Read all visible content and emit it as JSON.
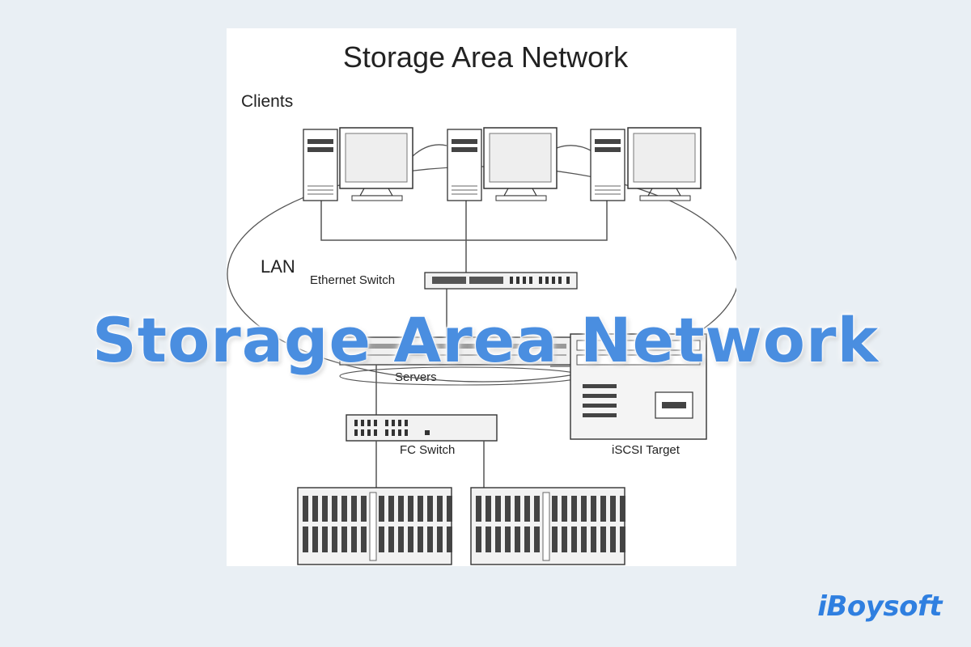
{
  "diagram": {
    "title": "Storage Area Network",
    "clients_label": "Clients",
    "lan_label": "LAN",
    "ethernet_switch_label": "Ethernet Switch",
    "servers_label": "Servers",
    "fc_switch_label": "FC Switch",
    "iscsi_label": "iSCSI Target"
  },
  "overlay": {
    "title": "Storage Area Network"
  },
  "brand": {
    "logo_text": "iBoysoft"
  },
  "colors": {
    "background": "#e9eff4",
    "overlay_text": "#4a8ee0",
    "brand": "#2f7fe0"
  }
}
